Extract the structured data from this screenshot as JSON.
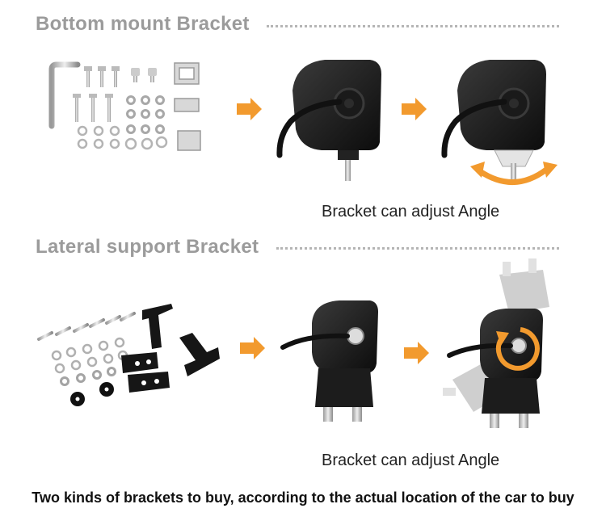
{
  "sections": [
    {
      "title": "Bottom mount Bracket",
      "caption": "Bracket can adjust Angle"
    },
    {
      "title": "Lateral support Bracket",
      "caption": "Bracket can adjust Angle"
    }
  ],
  "footer": "Two kinds of brackets to buy, according to the actual location of the car to buy",
  "colors": {
    "accent": "#f29a2e",
    "title": "#9b9b9b",
    "product": "#1b1b1b",
    "metal": "#c9c9c9"
  },
  "icons": [
    "allen-key-icon",
    "bolt-icon",
    "nut-icon",
    "washer-icon",
    "bracket-icon",
    "light-housing-icon",
    "arrow-right-icon",
    "curved-double-arrow-icon",
    "rotate-arrow-icon"
  ]
}
